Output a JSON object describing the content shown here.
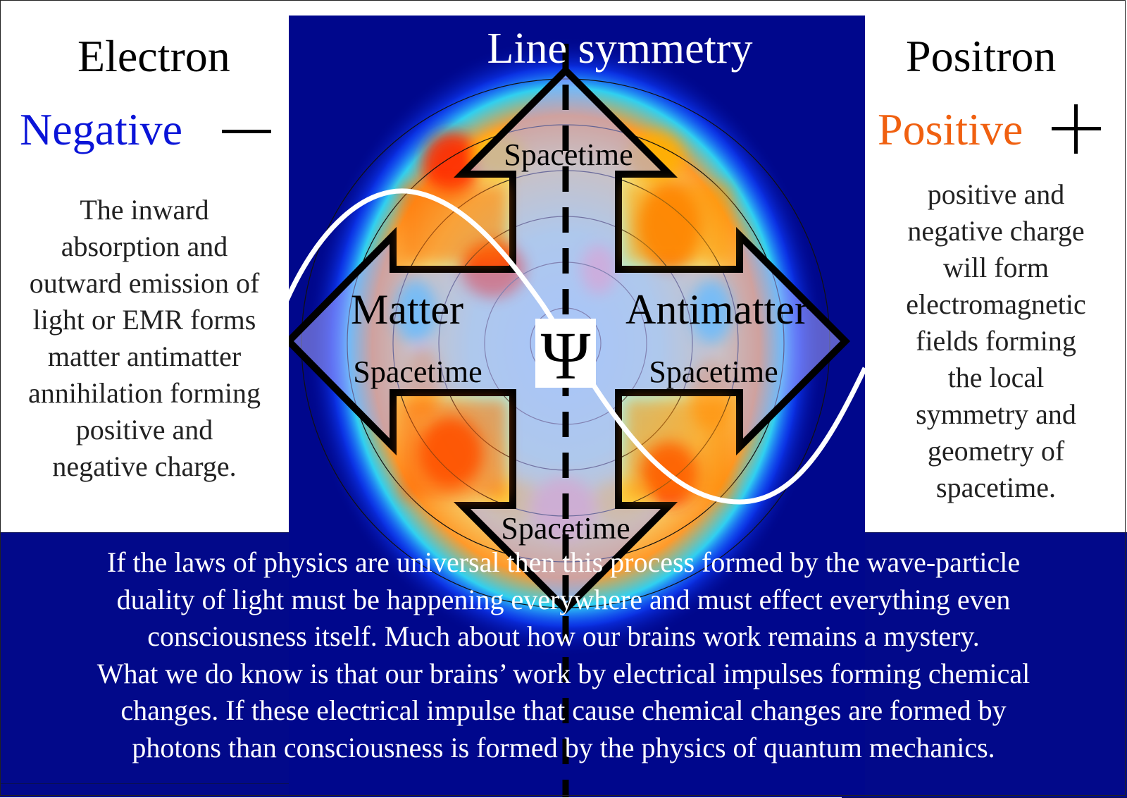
{
  "left": {
    "title": "Electron",
    "charge_label": "Negative",
    "charge_sign": "minus-sign",
    "charge_color": "#0a14d8",
    "description_lines": [
      "The inward",
      "absorption and",
      "outward emission of",
      "light or EMR forms",
      "matter antimatter",
      "annihilation forming",
      "positive and",
      "negative charge."
    ]
  },
  "right": {
    "title": "Positron",
    "charge_label": "Positive",
    "charge_sign": "plus-sign",
    "charge_color": "#f06010",
    "description_lines": [
      "positive and",
      "negative charge",
      "will form",
      "electromagnetic",
      "fields forming",
      "the local",
      "symmetry and",
      "geometry of",
      "spacetime."
    ]
  },
  "diagram": {
    "heading": "Line symmetry",
    "center_symbol": "Ψ",
    "left_arrow_label": "Matter",
    "right_arrow_label": "Antimatter",
    "arrow_labels": {
      "up": "Spacetime",
      "left": "Spacetime",
      "right": "Spacetime",
      "down": "Spacetime"
    },
    "background_color": "#00078c",
    "wave_color": "#ffffff"
  },
  "bottom": {
    "lines": [
      "If the laws of physics are universal then this process formed by the wave-particle",
      "duality of light must be happening everywhere and must effect everything even",
      "consciousness itself. Much about how our brains work remains a mystery.",
      "What we do know is that our brains’ work by electrical impulses forming chemical",
      "changes. If these electrical impulse that cause chemical changes are formed by",
      "photons than consciousness is formed by the physics of quantum mechanics."
    ],
    "background_color": "#02098a"
  }
}
